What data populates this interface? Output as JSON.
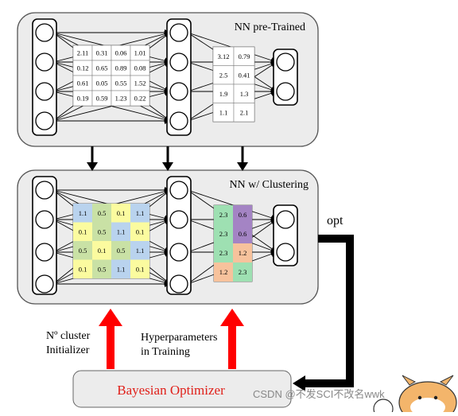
{
  "panels": {
    "pretrained_title": "NN pre-Trained",
    "clustering_title": "NN w/ Clustering"
  },
  "matrices": {
    "pretrained_w1": [
      [
        "2.11",
        "0.31",
        "0.06",
        "1.01"
      ],
      [
        "0.12",
        "0.65",
        "0.89",
        "0.08"
      ],
      [
        "0.61",
        "0.05",
        "0.55",
        "1.52"
      ],
      [
        "0.19",
        "0.59",
        "1.23",
        "0.22"
      ]
    ],
    "pretrained_w2": [
      [
        "3.12",
        "0.79"
      ],
      [
        "2.5",
        "0.41"
      ],
      [
        "1.9",
        "1.3"
      ],
      [
        "1.1",
        "2.1"
      ]
    ],
    "clustered_w1": [
      [
        "1.1",
        "0.5",
        "0.1",
        "1.1"
      ],
      [
        "0.1",
        "0.5",
        "1.1",
        "0.1"
      ],
      [
        "0.5",
        "0.1",
        "0.5",
        "1.1"
      ],
      [
        "0.1",
        "0.5",
        "1.1",
        "0.1"
      ]
    ],
    "clustered_w2": [
      [
        "2.3",
        "0.6"
      ],
      [
        "2.3",
        "0.6"
      ],
      [
        "2.3",
        "1.2"
      ],
      [
        "1.2",
        "2.3"
      ]
    ]
  },
  "cluster_colors": {
    "0.1": "#fbfb9f",
    "0.5": "#c9e1a5",
    "1.1": "#b9d3ee",
    "2.3": "#9ee0b2",
    "0.6": "#a484c4",
    "1.2": "#f7c29c"
  },
  "labels": {
    "opt": "opt",
    "cluster_init": [
      "Nº cluster",
      "Initializer"
    ],
    "hyperparams": [
      "Hyperparameters",
      "in Training"
    ],
    "optimizer": "Bayesian Optimizer",
    "watermark": "CSDN @不发SCI不改名wwk"
  },
  "colors": {
    "panel_bg": "#ececec",
    "panel_stroke": "#555555",
    "red": "#ff0000",
    "black": "#000000",
    "optimizer_text": "#e0201a"
  }
}
